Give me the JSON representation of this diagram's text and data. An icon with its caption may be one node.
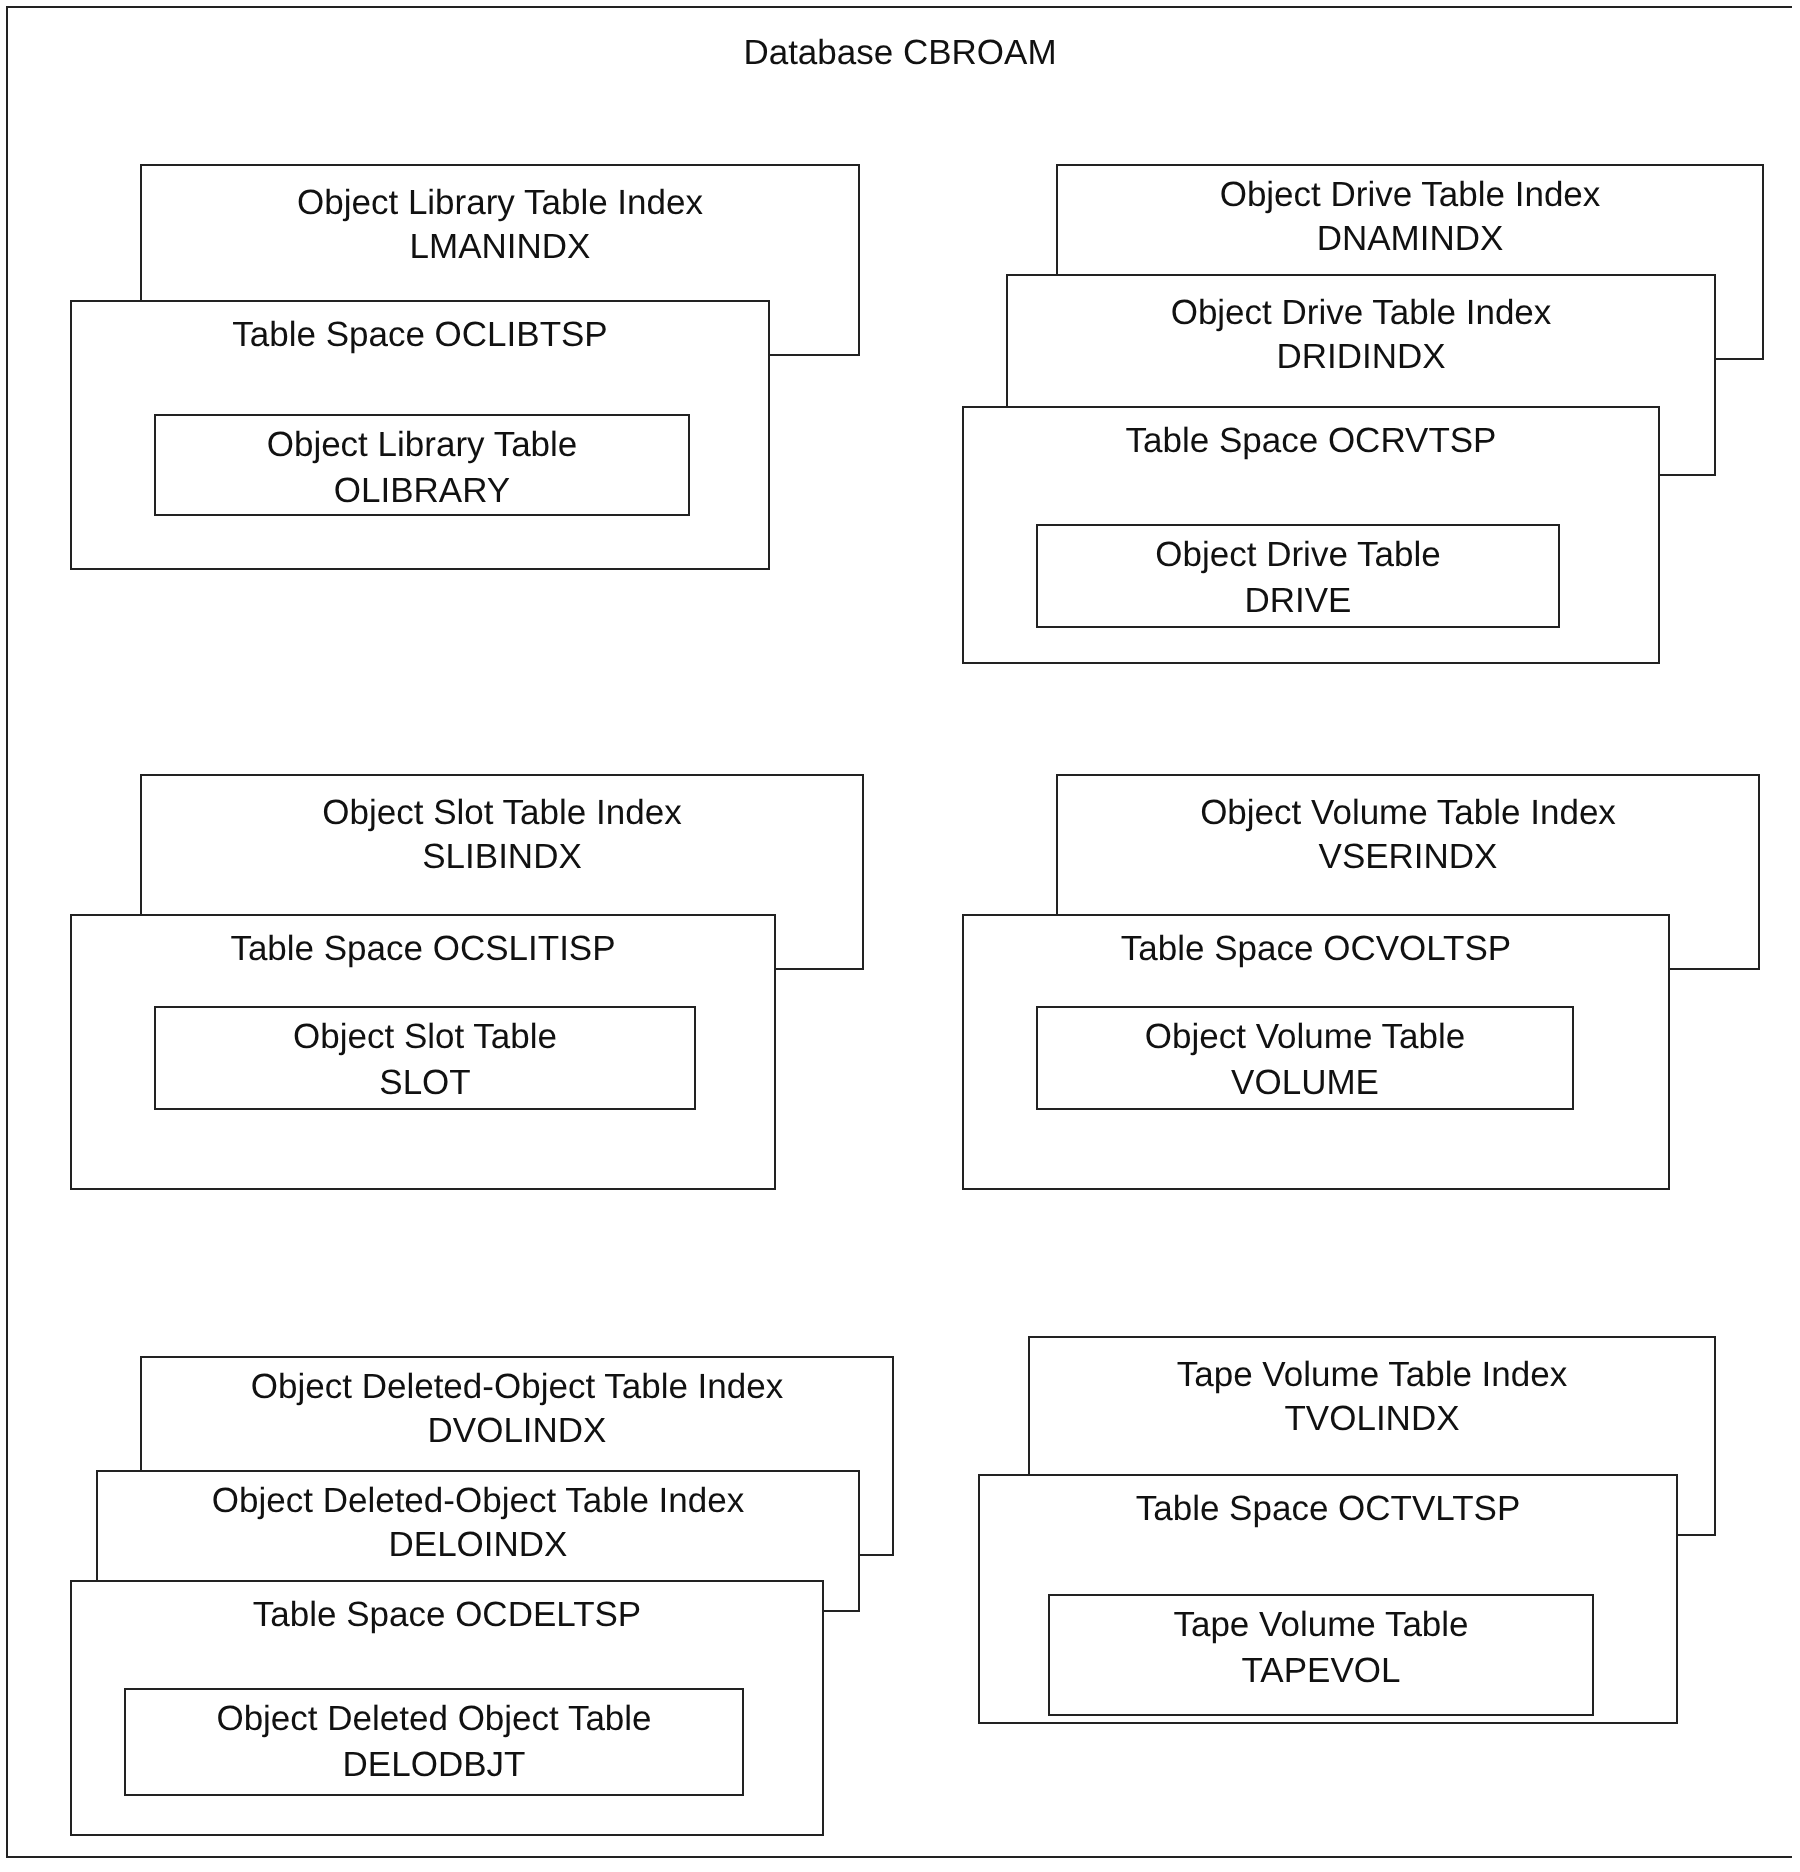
{
  "diagram": {
    "nodes": [
      {
        "text": [
          "Database CBROAM"
        ]
      },
      {
        "text": [
          "Object Library Table Index",
          "LMANINDX"
        ],
        "in": 0
      },
      {
        "text": [
          "Table Space OCLIBTSP"
        ],
        "in": 0
      },
      {
        "text": [
          "Object Library Table",
          "OLIBRARY"
        ],
        "in": 2
      },
      {
        "text": [
          "Object Drive Table Index",
          "DNAMINDX"
        ],
        "in": 0
      },
      {
        "text": [
          "Object Drive Table Index",
          "DRIDINDX"
        ],
        "in": 0
      },
      {
        "text": [
          "Table Space OCRVTSP"
        ],
        "in": 0
      },
      {
        "text": [
          "Object Drive Table",
          "DRIVE"
        ],
        "in": 6
      },
      {
        "text": [
          "Object Slot Table Index",
          "SLIBINDX"
        ],
        "in": 0
      },
      {
        "text": [
          "Table Space OCSLITISP"
        ],
        "in": 0
      },
      {
        "text": [
          "Object Slot Table",
          "SLOT"
        ],
        "in": 9
      },
      {
        "text": [
          "Object Volume Table Index",
          "VSERINDX"
        ],
        "in": 0
      },
      {
        "text": [
          "Table Space OCVOLTSP"
        ],
        "in": 0
      },
      {
        "text": [
          "Object Volume Table",
          "VOLUME"
        ],
        "in": 12
      },
      {
        "text": [
          "Object Deleted-Object Table Index",
          "DVOLINDX"
        ],
        "in": 0
      },
      {
        "text": [
          "Object Deleted-Object Table Index",
          "DELOINDX"
        ],
        "in": 0
      },
      {
        "text": [
          "Table Space OCDELTSP"
        ],
        "in": 0
      },
      {
        "text": [
          "Object Deleted Object Table",
          "DELODBJT"
        ],
        "in": 16
      },
      {
        "text": [
          "Tape Volume Table Index",
          "TVOLINDX"
        ],
        "in": 0
      },
      {
        "text": [
          "Table Space OCTVLTSP"
        ],
        "in": 0
      },
      {
        "text": [
          "Tape Volume Table",
          "TAPEVOL"
        ],
        "in": 19
      }
    ]
  }
}
